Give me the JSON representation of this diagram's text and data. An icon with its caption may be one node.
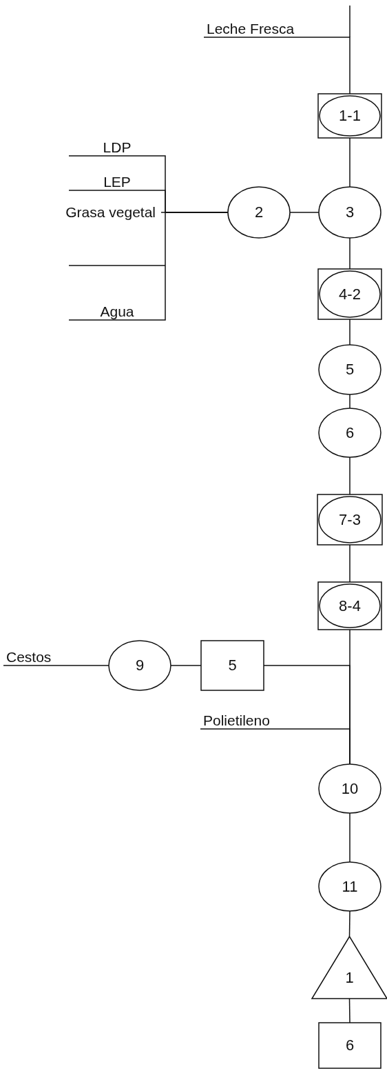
{
  "diagram": {
    "nodes": [
      {
        "text": [
          "Leche Fresca"
        ]
      },
      {
        "text": [
          "1-1"
        ]
      },
      {
        "text": [
          "LDP"
        ]
      },
      {
        "text": [
          "LEP"
        ]
      },
      {
        "text": [
          "Grasa vegetal"
        ]
      },
      {
        "text": [
          "Agua"
        ]
      },
      {
        "text": [
          "2"
        ]
      },
      {
        "text": [
          "3"
        ]
      },
      {
        "text": [
          "4-2"
        ]
      },
      {
        "text": [
          "5"
        ]
      },
      {
        "text": [
          "6"
        ]
      },
      {
        "text": [
          "7-3"
        ]
      },
      {
        "text": [
          "8-4"
        ]
      },
      {
        "text": [
          "Cestos"
        ]
      },
      {
        "text": [
          "9"
        ]
      },
      {
        "text": [
          "5"
        ]
      },
      {
        "text": [
          "Polietileno"
        ]
      },
      {
        "text": [
          "10"
        ]
      },
      {
        "text": [
          "11"
        ]
      },
      {
        "text": [
          "1"
        ]
      },
      {
        "text": [
          "6"
        ]
      }
    ],
    "edges": [
      {
        "from": 0,
        "to": 1,
        "arrow": "none"
      },
      {
        "from": 1,
        "to": 7,
        "arrow": "none"
      },
      {
        "from": 2,
        "to": 6,
        "arrow": "none"
      },
      {
        "from": 3,
        "to": 6,
        "arrow": "none"
      },
      {
        "from": 4,
        "to": 6,
        "arrow": "none"
      },
      {
        "from": 5,
        "to": 6,
        "arrow": "none"
      },
      {
        "from": 6,
        "to": 7,
        "arrow": "none"
      },
      {
        "from": 7,
        "to": 8,
        "arrow": "none"
      },
      {
        "from": 8,
        "to": 9,
        "arrow": "none"
      },
      {
        "from": 9,
        "to": 10,
        "arrow": "none"
      },
      {
        "from": 10,
        "to": 11,
        "arrow": "none"
      },
      {
        "from": 11,
        "to": 12,
        "arrow": "none"
      },
      {
        "from": 12,
        "to": 17,
        "arrow": "none"
      },
      {
        "from": 13,
        "to": 14,
        "arrow": "none"
      },
      {
        "from": 14,
        "to": 15,
        "arrow": "none"
      },
      {
        "from": 15,
        "to": 17,
        "arrow": "none"
      },
      {
        "from": 16,
        "to": 17,
        "arrow": "none"
      },
      {
        "from": 17,
        "to": 18,
        "arrow": "none"
      },
      {
        "from": 18,
        "to": 19,
        "arrow": "none"
      },
      {
        "from": 19,
        "to": 20,
        "arrow": "none"
      }
    ]
  }
}
